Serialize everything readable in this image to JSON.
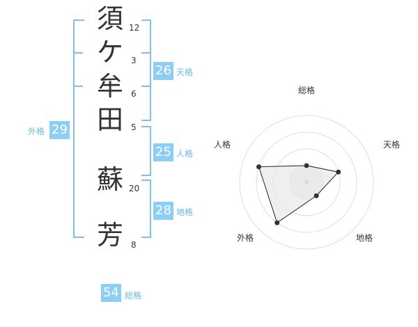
{
  "name": {
    "chars": [
      {
        "char": "須",
        "strokes": "12"
      },
      {
        "char": "ケ",
        "strokes": "3"
      },
      {
        "char": "牟",
        "strokes": "6"
      },
      {
        "char": "田",
        "strokes": "5"
      },
      {
        "char": "蘇",
        "strokes": "20"
      },
      {
        "char": "芳",
        "strokes": "8"
      }
    ]
  },
  "kaku": {
    "tenkaku": {
      "value": "26",
      "label": "天格"
    },
    "jinkaku": {
      "value": "25",
      "label": "人格"
    },
    "chikaku": {
      "value": "28",
      "label": "地格"
    },
    "gaikaku": {
      "value": "29",
      "label": "外格"
    },
    "soukaku": {
      "value": "54",
      "label": "総格"
    }
  },
  "chart_data": {
    "type": "radar",
    "axes": [
      "総格",
      "天格",
      "地格",
      "外格",
      "人格"
    ],
    "rings": 4,
    "series": [
      {
        "values": [
          1,
          2,
          1,
          3,
          3
        ]
      }
    ],
    "colors": {
      "fill": "#e8e8e8",
      "line": "#222222",
      "point": "#333333",
      "grid": "#dddddd",
      "center": "#bbbbbb"
    }
  },
  "colors": {
    "accent": "#8dcff4",
    "bracket": "#7fbfea"
  }
}
